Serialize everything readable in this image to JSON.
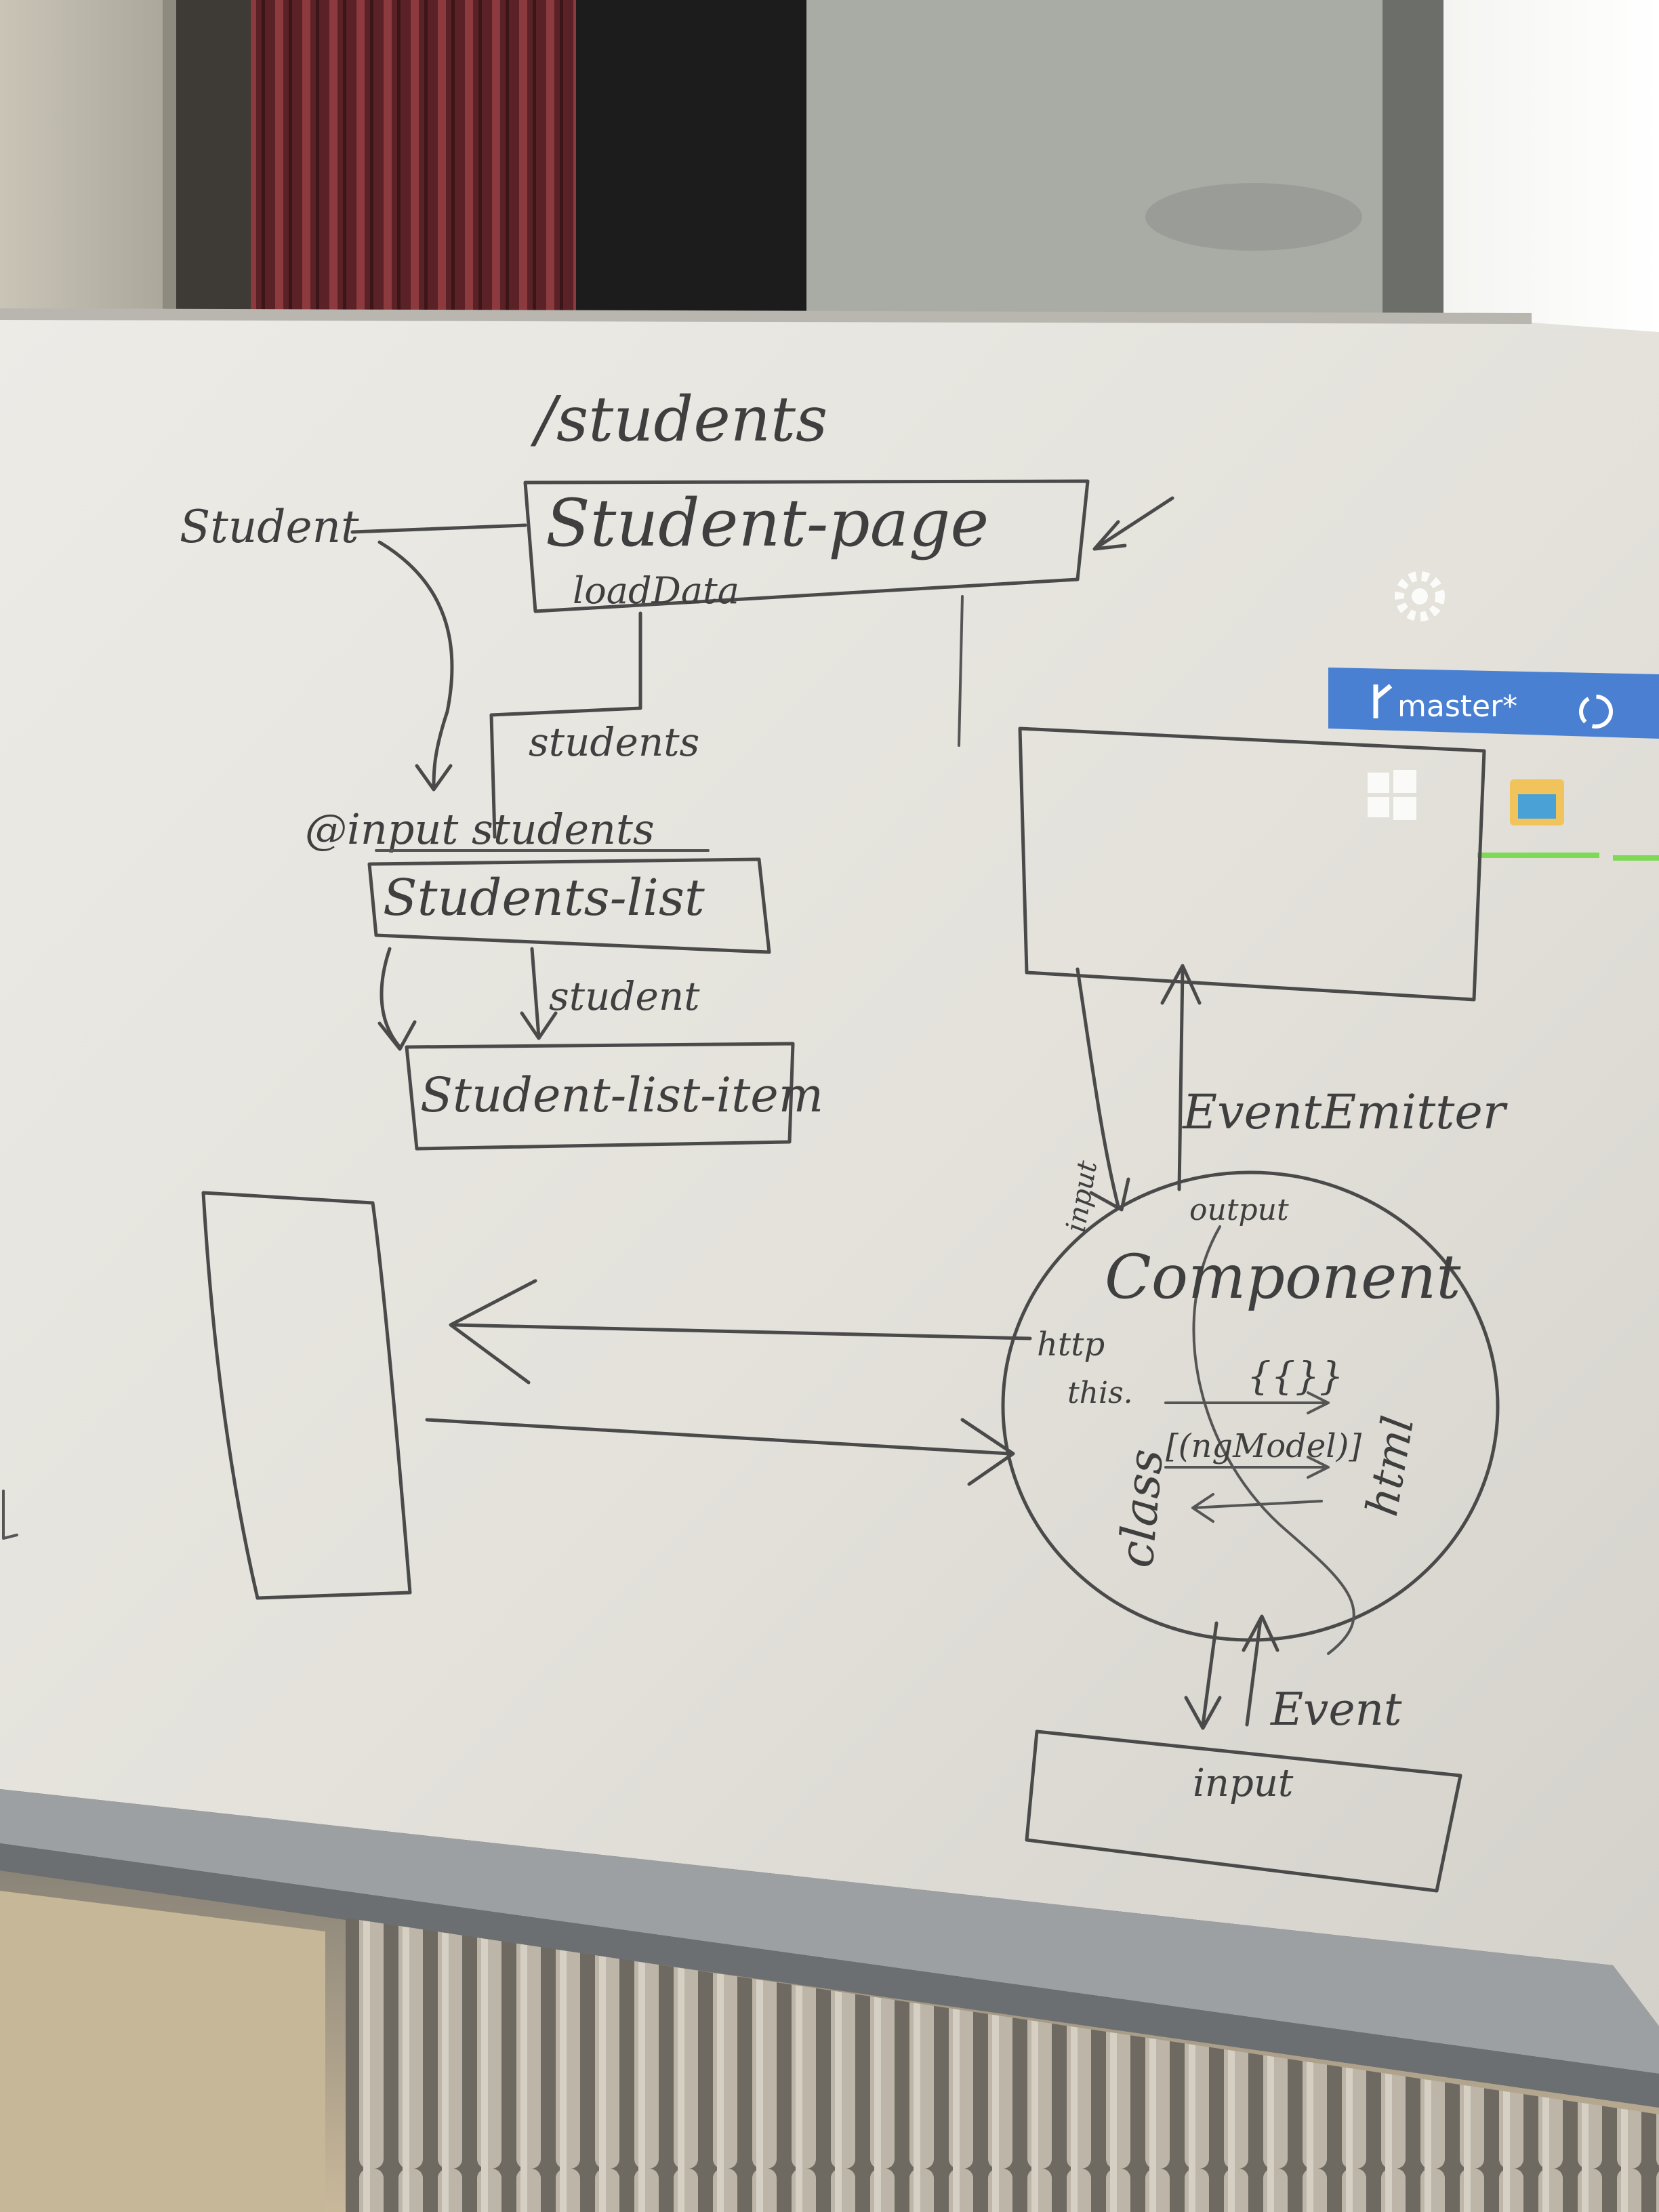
{
  "whiteboard": {
    "route": "/students",
    "page_box": "Student-page",
    "page_method": "loadData",
    "student_label": "Student",
    "students_label": "students",
    "input_decorator": "@input students",
    "list_box": "Students-list",
    "item_label": "student",
    "item_box": "Student-list-item",
    "event_emitter": "EventEmitter",
    "input_side": "input",
    "output_side": "output",
    "component": "Component",
    "http": "http",
    "this_ref": "this.",
    "interpolation": "{{}}",
    "ng_model": "[(ngModel)]",
    "class_label": "class",
    "html_label": "html",
    "event_label": "Event",
    "bottom_input": "input"
  },
  "projector": {
    "branch": "master*"
  },
  "colors": {
    "board": "#e6e4de",
    "ink": "#4a4a4a",
    "taskbar": "#2f6fd0"
  },
  "icons": [
    "gear-icon",
    "git-branch-icon",
    "sync-icon",
    "windows-icon",
    "folder-icon"
  ]
}
